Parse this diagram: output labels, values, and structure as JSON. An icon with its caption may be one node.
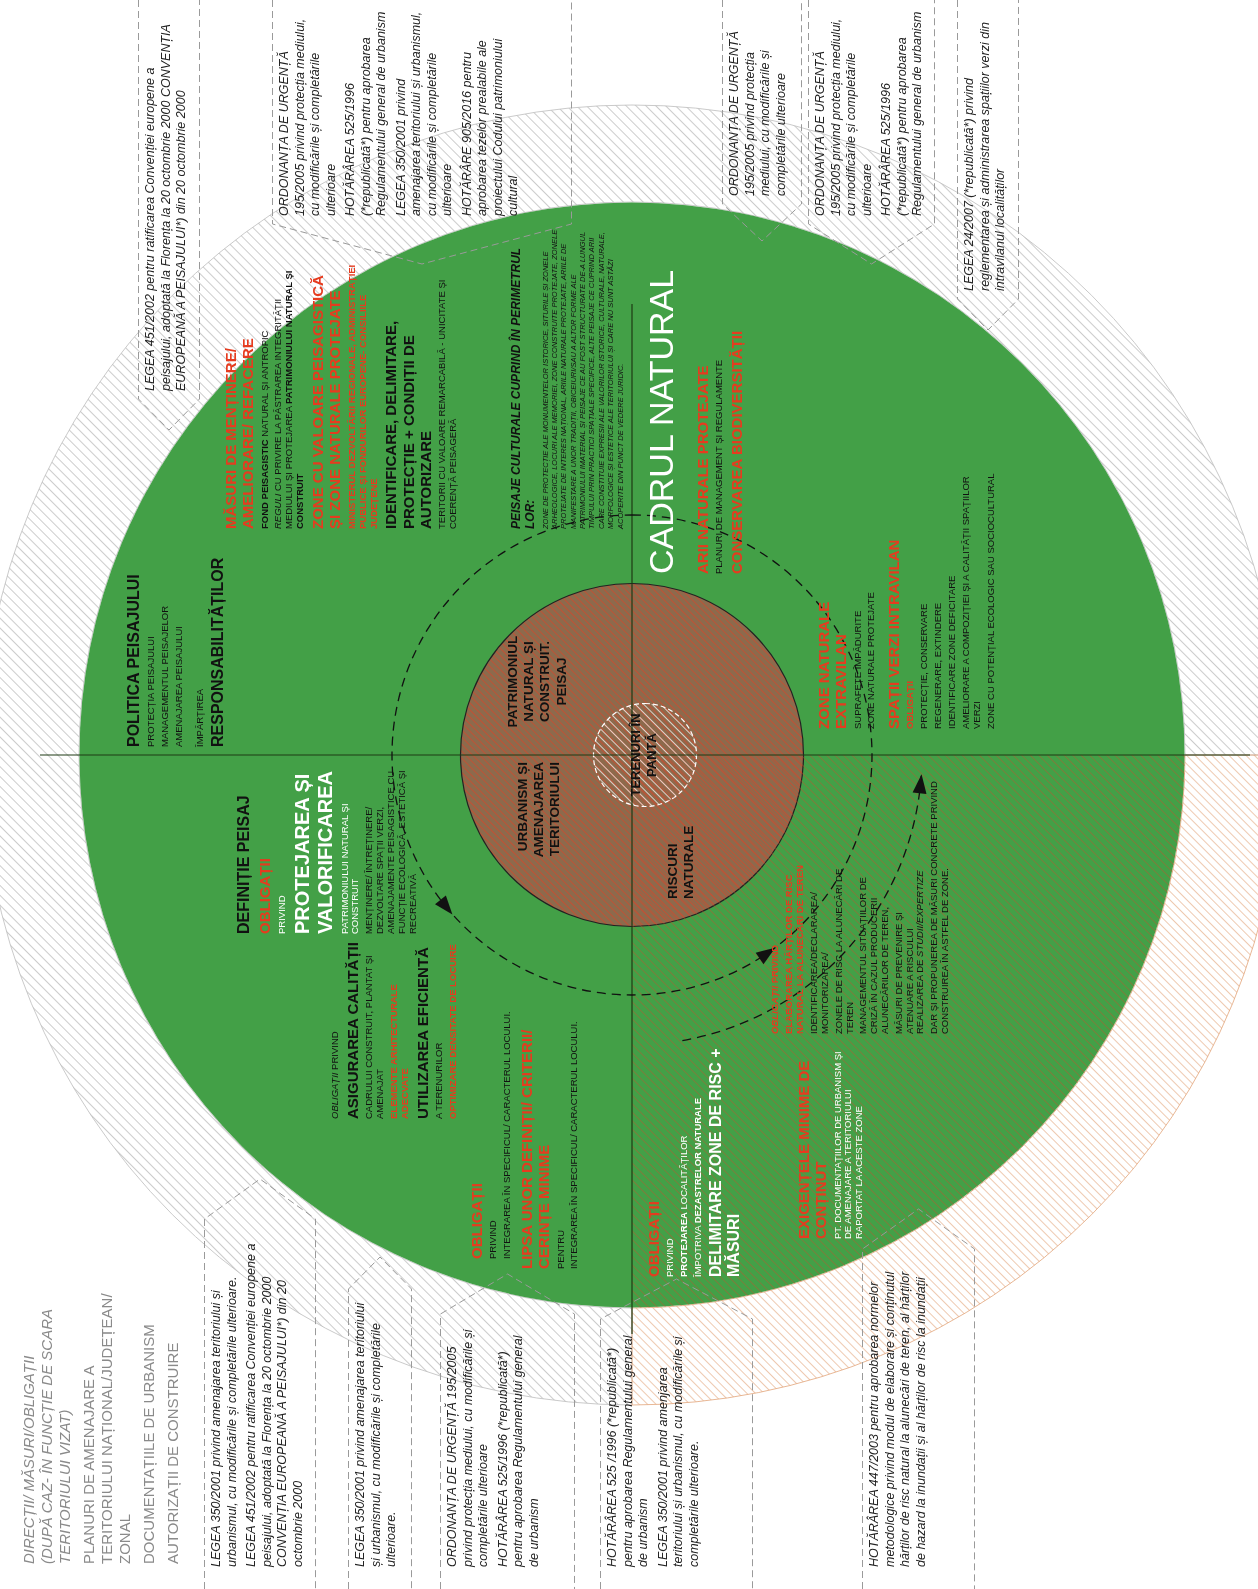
{
  "diagram": {
    "nodes": [
      {
        "text": [],
        "shape": "circle"
      },
      {
        "text": [
          "DEFINIȚIE PEISAJ",
          "OBLIGAȚII",
          "PRIVIND",
          "PROTEJAREA ȘI VALORIFICAREA",
          "PATRIMONIULUI NATURAL ȘI CONSTRUIT",
          "MENȚINERE/ ÎNTREȚINERE/ DEZVOLTARE SPAȚII VERZI, AMENAJAMENTE PEISAGISTICE CU FUNCȚIE ECOLOGICĂ, ESTETICĂ ȘI RECREATIVĂ",
          "*OBLIGAȚII* PRIVIND",
          "ASIGURAREA CALITĂȚII",
          "CADRULUI CONSTRUIT, PLANTAT ȘI AMENAJAT",
          "ELEMENTE ARHITECTURALE ADECVATE",
          "UTILIZAREA EFICIENTĂ",
          "A TERENURILOR",
          "OPTIMIZARE DENSITATE DE LOCUIRE",
          "OBLIGAȚII",
          "PRIVIND",
          "INTEGRAREA ÎN SPECIFICUL/ CARACTERUL LOCULUI.",
          "LIPSA UNOR DEFINIȚII/ CRITERII/ CERINȚE MINIME",
          "PENTRU",
          "INTEGRAREA ÎN SPECIFICUL/ CARACTERUL LOCULUI."
        ],
        "in": 0
      },
      {
        "text": [
          "POLITICA PEISAJULUI",
          "PROTECȚIA PEISAJULUI",
          "MANAGEMENTUL PEISAJELOR",
          "AMENAJAREA PEISAJULUI",
          "ÎMPĂRȚIREA",
          "RESPONSABILITĂȚILOR",
          "MĂSURI DE MENȚINERE/ AMELIORARE/ REFACERE",
          "**FOND PEISAGISTIC** NATURAL ȘI ANTROPIC",
          "*REGULI* CU PRIVIRE LA PĂSTRAREA INTEGRITĂȚII MEDIULUI ȘI PROTEJAREA **PATRIMONIULUI NATURAL ȘI CONSTRUIT**",
          "ZONE CU VALOARE PEISAGISTICĂ ȘI ZONE NATURALE PROTEJATE",
          "MINISTERUL DEZVOLTĂRII REGIONALE, ADMINISTRAȚIEI PUBLICE ȘI FONDURILOR EUROPENE- CONSILIILE JUDEȚENE",
          "IDENTIFICARE, DELIMITARE, PROTECȚIE + CONDIȚII DE AUTORIZARE",
          "TERITORII CU VALOARE REMARCABILĂ - UNICITATE ȘI COERENȚĂ PEISAGERĂ",
          "PEISAJE CULTURALE CUPRIND ÎN PERIMETRUL LOR:",
          "ZONE DE PROTECȚIE ALE MONUMENTELOR ISTORICE, SITURILE ȘI ZONELE ARHEOLOGICE, LOCURI ALE MEMORIEI, ZONE CONSTRUITE PROTEJATE, ZONELE PROTEJATE DE INTERES NAȚIONAL, ARIILE NATURALE PROTEJATE, ARIILE DE MANIFESTARE A UNOR TRADIȚII, OBICEIURI/SAU A ALTOR FORME ALE PATRIMONIULUI IMATERIAL ȘI PEISAJE CE AU FOST STRUCTURATE DE-A LUNGUL TIMPULUI PRIN PRACTICI SPAȚIALE SPECIFICE, ALTE PEISAJE CE CUPRIND ARII CARE CONSTITUIE EXPRESII ALE VALORILOR ISTORICE, CULTURALE, NATURALE, MORFOLOGICE ȘI ESTETICE ALE TERITORIULUI ȘI CARE NU SUNT ASTĂZI ACOPERITE DIN PUNCT DE VEDERE JURIDIC."
        ],
        "in": 0
      },
      {
        "text": [
          "OBLIGAȚII",
          "PRIVIND",
          "**PROTEJAREA** LOCALITĂȚILOR",
          "ÎMPOTRIVA **DEZASTRELOR NATURALE**",
          "DELIMITARE ZONE DE RISC + MĂSURI",
          "EXIGENȚELE MINIME DE CONȚINUT",
          "PT. DOCUMENTAȚIILOR DE URBANISM ȘI DE AMENAJARE A TERITORIULUI RAPORTAT LA ACESTE ZONE",
          "*OBLIGAȚII* PRIVIND",
          "ELABORAREA HĂRȚILOR DE RISC NATURAL LA ALUNECĂRI DE TEREN",
          "IDENTIFICAREA/DECLARAREA/ MONITORIZAREA/",
          "ZONELE DE RISC LA ALUNECĂRI DE TEREN",
          "MANAGEMENTUL SITUAȚIILOR DE CRIZĂ ÎN CAZUL PRODUCERII ALUNECĂRILOR DE TEREN,",
          "MĂSURI DE PREVENIRE ȘI ATENUARE A RISCULUI",
          "REALIZAREA DE *STUDII/EXPERTIZE*",
          "DAR ȘI PROPUNEREA DE MĂSURI CONCRETE PRIVIND CONSTRUIREA ÎN ASTFEL DE ZONE."
        ],
        "in": 0
      },
      {
        "text": [
          "CADRUL NATURAL",
          "ARII NATURALE PROTEJATE",
          "PLANURI DE MANAGEMENT ȘI REGULAMENTE",
          "CONSERVAREA BIODIVERSITĂȚII",
          "ZONE NATURALE EXTRAVILAN",
          "SUPRAFEȚE ÎMPĂDURITE",
          "ZONE NATURALE PROTEJATE",
          "SPAȚII VERZI INTRAVILAN",
          "OBLIGAȚII",
          "PROTECȚIE, CONSERVARE",
          "REGENERARE, EXTINDERE",
          "IDENTIFICARE ZONE DEFICITARE",
          "AMELIORARE A COMPOZIȚIEI ȘI A CALITĂȚII SPAȚIILOR VERZI",
          "ZONE CU POTENȚIAL ECOLOGIC SAU SOCIOCULTURAL"
        ],
        "in": 0
      },
      {
        "text": [
          "URBANISM ȘI AMENAJAREA TERITORIULUI",
          "PATRIMONIUL NATURAL ȘI CONSTRUIT. PEISAJ",
          "RISCURI NATURALE"
        ],
        "in": 0
      },
      {
        "text": [
          "TERENURI ÎN PANTĂ"
        ],
        "in": 5
      },
      {
        "text": [
          "LEGEA 350/2001 privind amenajarea teritoriului și urbanismul, cu modificările și completările ulterioare.",
          "LEGEA 451/2002 pentru ratificarea Convenției europene a peisajului, adoptată la Florența la 20 octombrie 2000 CONVENȚIA EUROPEANĂ A PEISAJULUI*) din 20 octombrie 2000"
        ]
      },
      {
        "text": [
          "LEGEA 350/2001 privind amenajarea teritoriului și urbanismul, cu modificările și completările ulterioare."
        ]
      },
      {
        "text": [
          "ORDONANȚA DE URGENȚĂ 195/2005 privind protecția mediului, cu modificările și completările ulterioare",
          "HOTĂRÂREA 525/1996 (*republicată*) pentru aprobarea Regulamentului general de urbanism"
        ]
      },
      {
        "text": [
          "HOTĂRÂREA 525 /1996 (*republicată*) pentru aprobarea Regulamentului general de urbanism",
          "LEGEA 350/2001 privind amenjarea teritoriului și urbanismul, cu modificările și completările ulterioare."
        ]
      },
      {
        "text": [
          "HOTĂRÂREA 447/2003 pentru aprobarea normelor metodologice privind modul de elaborare și conținutul hărților de risc natural la alunecări de teren, al hărților de hazard la inundații și al hărților de risc la inundații"
        ]
      },
      {
        "text": [
          "LEGEA 451/2002 pentru ratificarea Convenției europene a peisajului, adoptată la Florența la 20 octombrie 2000 CONVENȚIA EUROPEANĂ A PEISAJULUI*) din 20 octombrie 2000"
        ]
      },
      {
        "text": [
          "ORDONANȚA DE URGENȚĂ 195/2005 privind protecția mediului, cu modificările și completările ulterioare",
          "HOTĂRÂREA 525/1996 (*republicată*) pentru aprobarea Regulamentului general de urbanism",
          "LEGEA 350/2001 privind amenajarea teritoriului și urbanismul, cu modificările și completările ulterioare",
          "HOTĂRÂRE 905/2016 pentru aprobarea tezelor prealabile ale proiectului Codului patrimoniului cultural"
        ]
      },
      {
        "text": [
          "ORDONANȚA DE URGENȚĂ 195/2005 privind protecția mediului, cu modificările și completările ulterioare"
        ]
      },
      {
        "text": [
          "ORDONANȚA DE URGENȚĂ 195/2005 privind protecția mediului, cu modificările și completările ulterioare",
          "HOTĂRÂREA 525/1996 (*republicată*) pentru aprobarea Regulamentului general de urbanism"
        ]
      },
      {
        "text": [
          "LEGEA 24/2007 (*republicată*) privind reglementarea și administrarea spațiilor verzi din intravilanul localităților"
        ]
      }
    ],
    "labels": [
      "DIRECȚII/ MĂSURI/OBLIGAȚII",
      "(DUPĂ CAZ- ÎN FUNCȚIE DE SCARA TERITORIULUI VIZAT)",
      "PLANURI DE AMENAJARE A TERITORIULUI NAȚIONAL/JUDEȚEAN/ ZONAL",
      "DOCUMENTAȚIILE DE URBANISM",
      "AUTORIZAȚII DE CONSTRUIRE"
    ]
  }
}
